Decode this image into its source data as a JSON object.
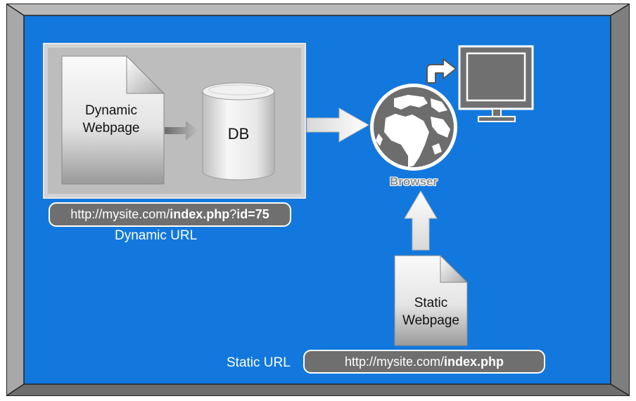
{
  "colors": {
    "background_blue": "#1278de",
    "frame_gray": "#9e9e9e",
    "pill_gray": "#6f6f6f",
    "panel_gray": "#bdbdbd"
  },
  "dynamic_panel": {
    "document_label_line1": "Dynamic",
    "document_label_line2": "Webpage",
    "db_label": "DB",
    "url_base": "http://mysite.com/",
    "url_page": "index.php",
    "url_query_sep": "?",
    "url_query": "id=75",
    "caption": "Dynamic URL"
  },
  "browser": {
    "label": "Browser",
    "globe_icon": "globe-icon",
    "monitor_icon": "monitor-icon"
  },
  "static_panel": {
    "document_label_line1": "Static",
    "document_label_line2": "Webpage",
    "caption": "Static URL",
    "url_base": "http://mysite.com/",
    "url_page": "index.php"
  }
}
